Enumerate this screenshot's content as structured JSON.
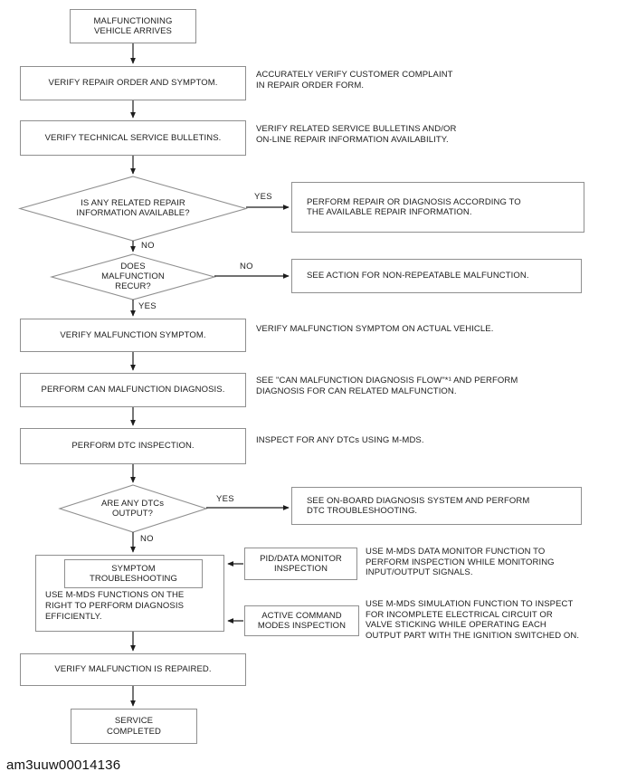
{
  "colors": {
    "box_border": "#8f8f8f",
    "line": "#1c1c1c",
    "text": "#1c1c1c",
    "background": "#ffffff"
  },
  "figure_id": "am3uuw00014136",
  "flow": {
    "start": "MALFUNCTIONING\nVEHICLE ARRIVES",
    "verify_repair_order": "VERIFY REPAIR ORDER AND SYMPTOM.",
    "verify_bulletins": "VERIFY TECHNICAL SERVICE BULLETINS.",
    "decision_repair_info": "IS ANY RELATED REPAIR\nINFORMATION AVAILABLE?",
    "perform_repair": "PERFORM REPAIR OR DIAGNOSIS ACCORDING TO\nTHE AVAILABLE REPAIR INFORMATION.",
    "decision_recur": "DOES\nMALFUNCTION\nRECUR?",
    "non_repeatable": "SEE ACTION FOR NON-REPEATABLE MALFUNCTION.",
    "verify_symptom": "VERIFY MALFUNCTION SYMPTOM.",
    "can_diagnosis": "PERFORM CAN MALFUNCTION DIAGNOSIS.",
    "dtc_inspection": "PERFORM DTC INSPECTION.",
    "decision_dtcs": "ARE ANY DTCs\nOUTPUT?",
    "onboard_diagnosis": "SEE ON-BOARD DIAGNOSIS SYSTEM AND PERFORM\nDTC TROUBLESHOOTING.",
    "symptom_troubleshooting_title": "SYMPTOM\nTROUBLESHOOTING",
    "symptom_troubleshooting_note": "USE M-MDS FUNCTIONS ON THE\nRIGHT TO PERFORM DIAGNOSIS\nEFFICIENTLY.",
    "pid_inspection": "PID/DATA MONITOR\nINSPECTION",
    "active_command": "ACTIVE COMMAND\nMODES INSPECTION",
    "verify_repaired": "VERIFY MALFUNCTION IS REPAIRED.",
    "service_completed": "SERVICE\nCOMPLETED"
  },
  "branch_labels": {
    "repair_info_yes": "YES",
    "repair_info_no": "NO",
    "recur_no": "NO",
    "recur_yes": "YES",
    "dtcs_yes": "YES",
    "dtcs_no": "NO"
  },
  "annotations": {
    "repair_order": "ACCURATELY VERIFY CUSTOMER COMPLAINT\nIN REPAIR ORDER FORM.",
    "bulletins": "VERIFY RELATED SERVICE BULLETINS AND/OR\nON-LINE REPAIR INFORMATION AVAILABILITY.",
    "symptom": "VERIFY MALFUNCTION SYMPTOM ON ACTUAL VEHICLE.",
    "can": "SEE \"CAN MALFUNCTION DIAGNOSIS FLOW\"*¹ AND PERFORM\nDIAGNOSIS FOR CAN RELATED MALFUNCTION.",
    "dtc": "INSPECT FOR ANY DTCs USING M-MDS.",
    "pid": "USE M-MDS DATA MONITOR FUNCTION TO\nPERFORM INSPECTION WHILE MONITORING\nINPUT/OUTPUT SIGNALS.",
    "active": "USE M-MDS SIMULATION FUNCTION TO INSPECT\nFOR INCOMPLETE ELECTRICAL CIRCUIT OR\nVALVE STICKING WHILE OPERATING EACH\nOUTPUT PART WITH THE IGNITION SWITCHED ON."
  }
}
